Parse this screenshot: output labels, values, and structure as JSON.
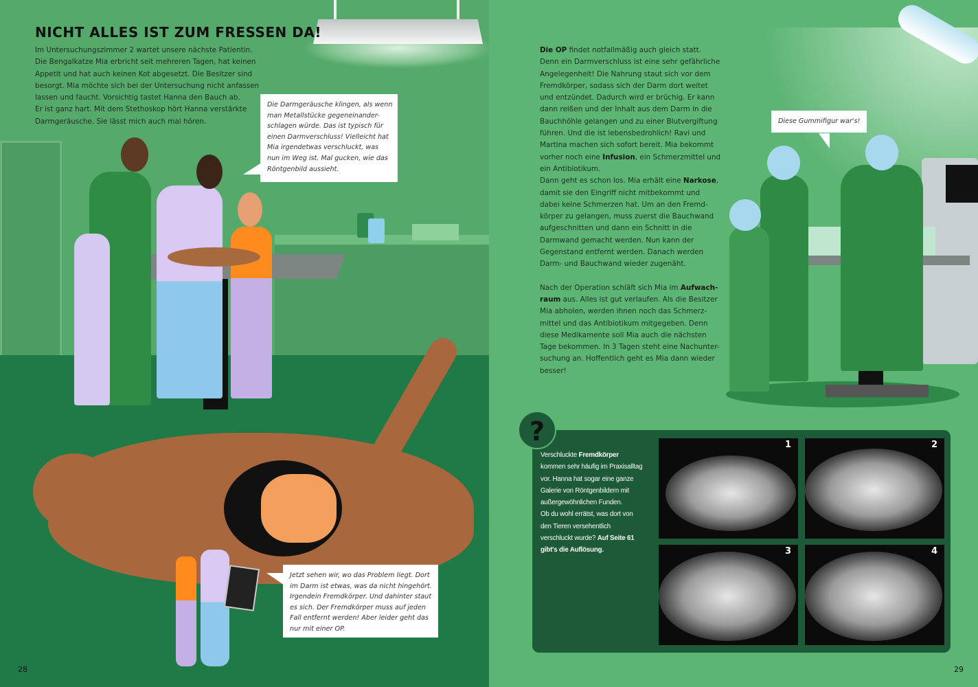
{
  "left_page": {
    "title": "NICHT ALLES IST ZUM FRESSEN DA!",
    "intro_lines": [
      [
        {
          "t": "Im Untersuchungszimmer 2 wartet unsere nächste Patientin."
        }
      ],
      [
        {
          "t": "Die Bengalkatze Mia erbricht seit mehreren Tagen, hat keinen"
        }
      ],
      [
        {
          "t": "Appetit und hat auch keinen Kot abgesetzt. Die Besitzer sind"
        }
      ],
      [
        {
          "t": "besorgt. Mia möchte sich bei der Untersuchung nicht anfassen"
        }
      ],
      [
        {
          "t": "lassen und faucht. Vorsichtig tastet Hanna den Bauch ab."
        }
      ],
      [
        {
          "t": "Er ist ganz hart. Mit dem Stethoskop hört Hanna verstärkte"
        }
      ],
      [
        {
          "t": "Darmgeräusche. Sie lässt mich auch mal hören."
        }
      ]
    ],
    "bubble1_lines": [
      [
        {
          "t": "Die Darmgeräusche klingen, als wenn"
        }
      ],
      [
        {
          "t": "man Metallstücke gegeneinander-"
        }
      ],
      [
        {
          "t": "schlagen würde. Das ist typisch für"
        }
      ],
      [
        {
          "t": "einen Darmverschluss! Vielleicht hat"
        }
      ],
      [
        {
          "t": "Mia irgendetwas verschluckt, was"
        }
      ],
      [
        {
          "t": "nun im Weg ist. Mal gucken, wie das"
        }
      ],
      [
        {
          "t": "Röntgenbild aussieht."
        }
      ]
    ],
    "bubble2_lines": [
      [
        {
          "t": "Jetzt sehen wir, wo das Problem liegt. Dort"
        }
      ],
      [
        {
          "t": "im Darm ist etwas, was da nicht hingehört."
        }
      ],
      [
        {
          "t": "Irgendein Fremdkörper. Und dahinter staut"
        }
      ],
      [
        {
          "t": "es sich. Der Fremdkörper muss auf jeden"
        }
      ],
      [
        {
          "t": "Fall entfernt werden! Aber leider geht das"
        }
      ],
      [
        {
          "t": "nur mit einer OP."
        }
      ]
    ],
    "page_number": "28"
  },
  "right_page": {
    "body_lines": [
      [
        {
          "t": "Die OP",
          "b": true
        },
        {
          "t": " findet notfallmäßig auch gleich statt."
        }
      ],
      [
        {
          "t": "Denn ein Darmverschluss ist eine sehr gefährliche"
        }
      ],
      [
        {
          "t": "Angelegenheit! Die Nahrung staut sich vor dem"
        }
      ],
      [
        {
          "t": "Fremdkörper, sodass sich der Darm dort weitet"
        }
      ],
      [
        {
          "t": "und entzündet. Dadurch wird er brüchig. Er kann"
        }
      ],
      [
        {
          "t": "dann reißen und der Inhalt aus dem Darm in die"
        }
      ],
      [
        {
          "t": "Bauchhöhle gelangen und zu einer Blutvergiftung"
        }
      ],
      [
        {
          "t": "führen. Und die ist lebensbedrohlich! Ravi und"
        }
      ],
      [
        {
          "t": "Martina machen sich sofort bereit. Mia bekommt"
        }
      ],
      [
        {
          "t": "vorher noch eine "
        },
        {
          "t": "Infusion",
          "b": true
        },
        {
          "t": ", ein Schmerzmittel und"
        }
      ],
      [
        {
          "t": "ein Antibiotikum."
        }
      ],
      [
        {
          "t": "Dann geht es schon los. Mia erhält eine "
        },
        {
          "t": "Narkose",
          "b": true
        },
        {
          "t": ","
        }
      ],
      [
        {
          "t": "damit sie den Eingriff nicht mitbekommt und"
        }
      ],
      [
        {
          "t": "dabei keine Schmerzen hat. Um an den Fremd-"
        }
      ],
      [
        {
          "t": "körper zu gelangen, muss zuerst die Bauchwand"
        }
      ],
      [
        {
          "t": "aufgeschnitten und dann ein Schnitt in die"
        }
      ],
      [
        {
          "t": "Darmwand gemacht werden. Nun kann der"
        }
      ],
      [
        {
          "t": "Gegenstand entfernt werden. Danach werden"
        }
      ],
      [
        {
          "t": "Darm- und Bauchwand wieder zugenäht."
        }
      ],
      [
        {
          "t": " "
        }
      ],
      [
        {
          "t": "Nach der Operation schläft sich Mia im "
        },
        {
          "t": "Aufwach-",
          "b": true
        }
      ],
      [
        {
          "t": "raum",
          "b": true
        },
        {
          "t": " aus. Alles ist gut verlaufen. Als die Besitzer"
        }
      ],
      [
        {
          "t": "Mia abholen, werden ihnen noch das Schmerz-"
        }
      ],
      [
        {
          "t": "mittel und das Antibiotikum mitgegeben. Denn"
        }
      ],
      [
        {
          "t": "diese Medikamente soll Mia auch die nächsten"
        }
      ],
      [
        {
          "t": "Tage bekommen. In 3 Tagen steht eine Nachunter-"
        }
      ],
      [
        {
          "t": "suchung an. Hoffentlich geht es Mia dann wieder"
        }
      ],
      [
        {
          "t": "besser!"
        }
      ]
    ],
    "bubble_lines": [
      [
        {
          "t": "Diese Gummifigur war's!"
        }
      ]
    ],
    "quiz": {
      "icon": "?",
      "lines": [
        [
          {
            "t": "Verschluckte "
          },
          {
            "t": "Fremdkörper",
            "b": true
          }
        ],
        [
          {
            "t": "kommen sehr häufig im Praxisalltag"
          }
        ],
        [
          {
            "t": "vor. Hanna hat sogar eine ganze"
          }
        ],
        [
          {
            "t": "Galerie von Röntgenbildern mit"
          }
        ],
        [
          {
            "t": "außergewöhnlichen Funden."
          }
        ],
        [
          {
            "t": "Ob du wohl errätst, was dort von"
          }
        ],
        [
          {
            "t": "den Tieren versehentlich"
          }
        ],
        [
          {
            "t": "verschluckt wurde? "
          },
          {
            "t": "Auf Seite 61",
            "b": true
          }
        ],
        [
          {
            "t": "gibt's die Auflösung.",
            "b": true
          }
        ]
      ],
      "xrays": [
        "1",
        "2",
        "3",
        "4"
      ]
    },
    "page_number": "29"
  },
  "colors": {
    "left_bg": "#55a96a",
    "right_bg": "#5db574",
    "floor": "#1f7a48",
    "quiz_box": "#1c5a38"
  }
}
